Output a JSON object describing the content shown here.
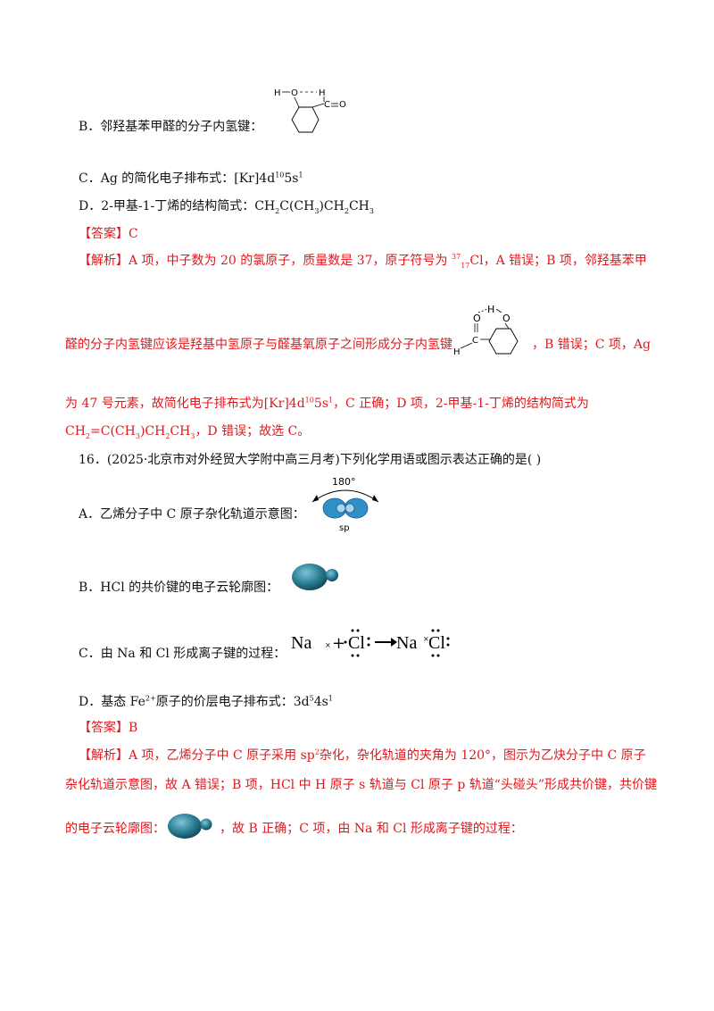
{
  "items": {
    "b_prev": {
      "text": "B．邻羟基苯甲醛的分子内氢键："
    },
    "c_prev": {
      "text": "C．Ag 的简化电子排布式：[Kr]4d",
      "sup1": "10",
      "mid": "5s",
      "sup2": "1"
    },
    "d_prev": {
      "text": "D．2-甲基-1-丁烯的结构简式：CH",
      "sub1": "2",
      "t2": "C(CH",
      "sub2": "3",
      "t3": ")CH",
      "sub3": "2",
      "t4": "CH",
      "sub4": "3"
    },
    "answer1": {
      "bracket": "【答案】",
      "value": "C"
    },
    "analysis1": {
      "label": "【解析】",
      "line1": "A 项，中子数为 20 的氯原子，质量数是 37，原子符号为 ",
      "iso_mass": "37",
      "iso_z": "17",
      "line1_cont": "Cl，A 错误；B 项，邻羟基苯甲",
      "line2a": "醛的分子内氢键应该是羟基中氢原子与醛基氧原子之间形成分子内氢键",
      "line2b": "，B 错误；C 项，Ag",
      "line3a": "为 47 号元素，故简化电子排布式为[Kr]4d",
      "line3_sup1": "10",
      "line3b": "5s",
      "line3_sup2": "1",
      "line3c": "，C 正确；D 项，2-甲基-1-丁烯的结构简式为",
      "line4a": "CH",
      "line4_sub1": "2",
      "line4b": "=C(CH",
      "line4_sub2": "3",
      "line4c": ")CH",
      "line4_sub3": "2",
      "line4d": "CH",
      "line4_sub4": "3",
      "line4e": "，D 错误；故选 C。"
    },
    "q16": {
      "text": "16．(2025·北京市对外经贸大学附中高三月考)下列化学用语或图示表达正确的是(      )"
    },
    "opt_a": {
      "text": "A．乙烯分子中 C 原子杂化轨道示意图：",
      "angle": "180°",
      "label": "sp"
    },
    "opt_b": {
      "text": "B．HCl 的共价键的电子云轮廓图："
    },
    "opt_c": {
      "text": "C．由 Na 和 Cl 形成离子键的过程：",
      "na": "Na",
      "cl": "Cl",
      "na2": "Na",
      "cl2": "Cl"
    },
    "opt_d": {
      "text": "D．基态 Fe",
      "sup_charge": "2+",
      "text2": "原子的价层电子排布式：3d",
      "sup1": "5",
      "text3": "4s",
      "sup2": "1"
    },
    "answer2": {
      "bracket": "【答案】",
      "value": "B"
    },
    "analysis2": {
      "label": "【解析】",
      "line1a": "A 项，乙烯分子中 C 原子采用 sp",
      "line1_sup": "2",
      "line1b": "杂化，杂化轨道的夹角为 120°，图示为乙炔分子中 C 原子",
      "line2": "杂化轨道示意图，故 A 错误；B 项，HCl 中 H 原子 s 轨道与 Cl 原子 p 轨道“头碰头”形成共价键，共价键",
      "line3a": "的电子云轮廓图：",
      "line3b": "，故 B 正确；C 项，由 Na 和 Cl 形成离子键的过程："
    },
    "figure_labels": {
      "hb_top_h1": "H",
      "hb_top_o": "O",
      "hb_top_h2": "H",
      "hb_c": "C",
      "hb_o2": "O",
      "hb2_o1": "O",
      "hb2_h": "H",
      "hb2_o2": "O",
      "hb2_c": "C",
      "hb2_h2": "H"
    },
    "colors": {
      "answer_red": "#e0181c",
      "orbital_blue": "#2f8fc7",
      "cloud_teal": "#2b7f96"
    }
  }
}
